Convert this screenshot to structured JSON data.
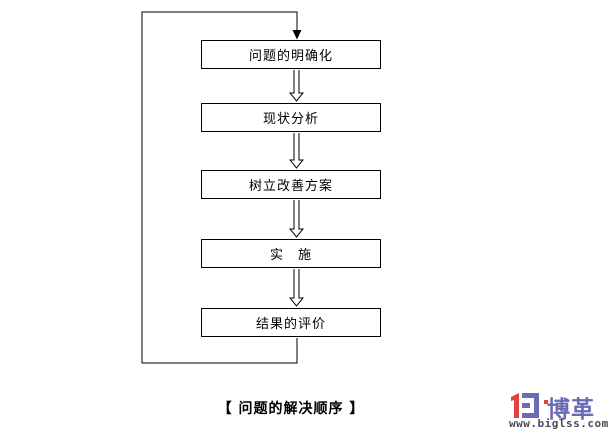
{
  "page": {
    "background_color": "#ffffff",
    "line_color": "#000000"
  },
  "flowchart": {
    "caption": "【 问题的解决顺序 】",
    "steps": [
      {
        "label": "问题的明确化"
      },
      {
        "label": "现状分析"
      },
      {
        "label": "树立改善方案"
      },
      {
        "label": "实　施"
      },
      {
        "label": "结果的评价"
      }
    ],
    "icons": {
      "step_connector": "down-block-arrow-icon",
      "loop_connector": "feedback-loop-arrow-icon"
    }
  },
  "branding": {
    "logo_text": "博革",
    "website": "www.biglss.com",
    "icons": {
      "logo_mark": "biglss-bg-monogram-icon"
    },
    "colors": {
      "logo_red": "#e0433e",
      "logo_blue": "#6a6ab5",
      "url_gray": "#4a4a55"
    }
  }
}
